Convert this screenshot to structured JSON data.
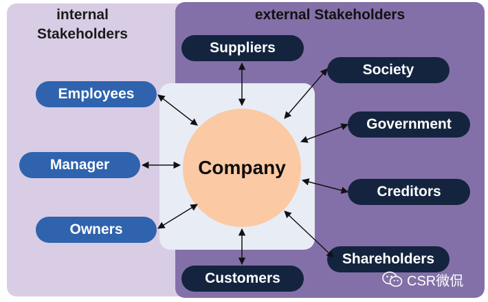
{
  "internal": {
    "title": "internal\nStakeholders",
    "items": [
      "Employees",
      "Manager",
      "Owners"
    ]
  },
  "external": {
    "title": "external Stakeholders",
    "items": [
      "Suppliers",
      "Society",
      "Government",
      "Creditors",
      "Shareholders",
      "Customers"
    ]
  },
  "center": {
    "label": "Company"
  },
  "watermark": {
    "text": "CSR微侃",
    "icon": "wechat-icon"
  },
  "colors": {
    "internal_panel": "#d8cde5",
    "external_panel": "#8470a8",
    "internal_pill": "#2f63ad",
    "external_pill": "#14243f",
    "company_circle": "#fbc9a3",
    "center_square": "#e8ecf5"
  }
}
